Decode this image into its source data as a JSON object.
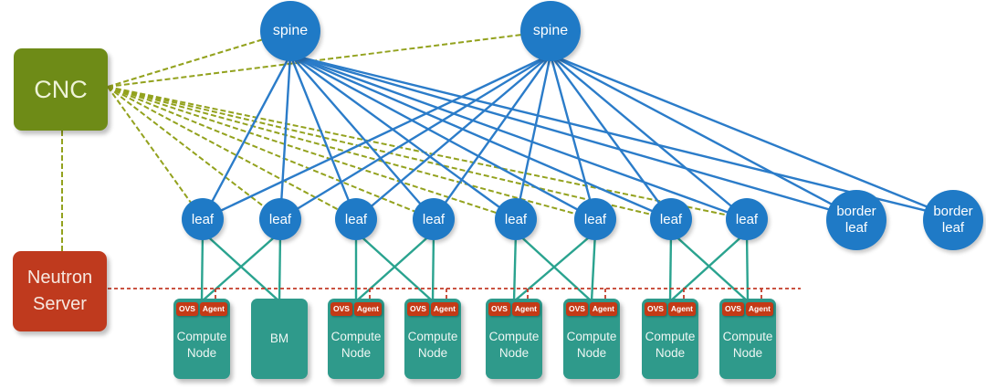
{
  "colors": {
    "node_blue": "#1f7ac6",
    "cnc_green": "#6e8b17",
    "neutron_red": "#bf3a1e",
    "compute_teal": "#2f9a8b",
    "badge_red": "#c43a16",
    "link_blue": "#2b7cc9",
    "link_green_dashed": "#93a21e",
    "link_teal": "#2aa38f",
    "link_red_dashed": "#c23b28"
  },
  "nodes": {
    "cnc": {
      "label": "CNC"
    },
    "neutron_server": {
      "label": "Neutron Server"
    },
    "spines": [
      {
        "label": "spine"
      },
      {
        "label": "spine"
      }
    ],
    "leaves": [
      {
        "label": "leaf"
      },
      {
        "label": "leaf"
      },
      {
        "label": "leaf"
      },
      {
        "label": "leaf"
      },
      {
        "label": "leaf"
      },
      {
        "label": "leaf"
      },
      {
        "label": "leaf"
      },
      {
        "label": "leaf"
      }
    ],
    "border_leaves": [
      {
        "label": "border leaf"
      },
      {
        "label": "border leaf"
      }
    ],
    "servers": [
      {
        "label": "Compute Node",
        "badges": [
          "OVS",
          "Agent"
        ]
      },
      {
        "label": "BM",
        "badges": []
      },
      {
        "label": "Compute Node",
        "badges": [
          "OVS",
          "Agent"
        ]
      },
      {
        "label": "Compute Node",
        "badges": [
          "OVS",
          "Agent"
        ]
      },
      {
        "label": "Compute Node",
        "badges": [
          "OVS",
          "Agent"
        ]
      },
      {
        "label": "Compute Node",
        "badges": [
          "OVS",
          "Agent"
        ]
      },
      {
        "label": "Compute Node",
        "badges": [
          "OVS",
          "Agent"
        ]
      },
      {
        "label": "Compute Node",
        "badges": [
          "OVS",
          "Agent"
        ]
      }
    ]
  },
  "edges": {
    "groups": [
      {
        "name": "cnc-link",
        "color": "#93a21e",
        "width": 2,
        "dash": "6,3",
        "lines": [
          [
            118,
            95,
            318,
            34
          ],
          [
            118,
            95,
            603,
            34
          ],
          [
            118,
            95,
            222,
            240
          ],
          [
            118,
            95,
            307,
            240
          ],
          [
            118,
            95,
            390,
            240
          ],
          [
            118,
            95,
            475,
            240
          ],
          [
            118,
            95,
            565,
            240
          ],
          [
            118,
            95,
            652,
            240
          ],
          [
            118,
            95,
            735,
            240
          ],
          [
            118,
            95,
            818,
            240
          ],
          [
            68,
            143,
            68,
            275
          ]
        ]
      },
      {
        "name": "spine-link",
        "color": "#2b7cc9",
        "width": 2.4,
        "dash": "",
        "lines": [
          [
            318,
            60,
            222,
            240
          ],
          [
            318,
            60,
            307,
            240
          ],
          [
            318,
            60,
            390,
            240
          ],
          [
            318,
            60,
            475,
            240
          ],
          [
            318,
            60,
            565,
            240
          ],
          [
            318,
            60,
            652,
            240
          ],
          [
            318,
            60,
            735,
            240
          ],
          [
            318,
            60,
            818,
            240
          ],
          [
            318,
            60,
            938,
            238
          ],
          [
            318,
            60,
            1044,
            238
          ],
          [
            603,
            60,
            222,
            240
          ],
          [
            603,
            60,
            307,
            240
          ],
          [
            603,
            60,
            390,
            240
          ],
          [
            603,
            60,
            475,
            240
          ],
          [
            603,
            60,
            565,
            240
          ],
          [
            603,
            60,
            652,
            240
          ],
          [
            603,
            60,
            735,
            240
          ],
          [
            603,
            60,
            818,
            240
          ],
          [
            603,
            60,
            938,
            238
          ],
          [
            603,
            60,
            1044,
            238
          ]
        ]
      },
      {
        "name": "leaf-link",
        "color": "#2aa38f",
        "width": 2.4,
        "dash": "",
        "lines": [
          [
            222,
            254,
            221,
            330
          ],
          [
            222,
            254,
            306,
            330
          ],
          [
            307,
            254,
            221,
            330
          ],
          [
            307,
            254,
            306,
            330
          ],
          [
            390,
            254,
            390,
            330
          ],
          [
            390,
            254,
            474,
            330
          ],
          [
            475,
            254,
            390,
            330
          ],
          [
            475,
            254,
            474,
            330
          ],
          [
            565,
            254,
            563,
            330
          ],
          [
            565,
            254,
            648,
            330
          ],
          [
            652,
            254,
            563,
            330
          ],
          [
            652,
            254,
            648,
            330
          ],
          [
            735,
            254,
            734,
            330
          ],
          [
            735,
            254,
            819,
            330
          ],
          [
            818,
            254,
            734,
            330
          ],
          [
            818,
            254,
            819,
            330
          ]
        ]
      },
      {
        "name": "neutron-link",
        "color": "#c23b28",
        "width": 1.8,
        "dash": "4,3",
        "lines": [
          [
            118,
            316,
            877,
            316
          ],
          [
            236,
            316,
            236,
            333
          ],
          [
            405,
            316,
            405,
            333
          ],
          [
            489,
            316,
            489,
            333
          ],
          [
            578,
            316,
            578,
            333
          ],
          [
            663,
            316,
            663,
            333
          ],
          [
            749,
            316,
            749,
            333
          ],
          [
            834,
            316,
            834,
            333
          ]
        ]
      }
    ]
  }
}
